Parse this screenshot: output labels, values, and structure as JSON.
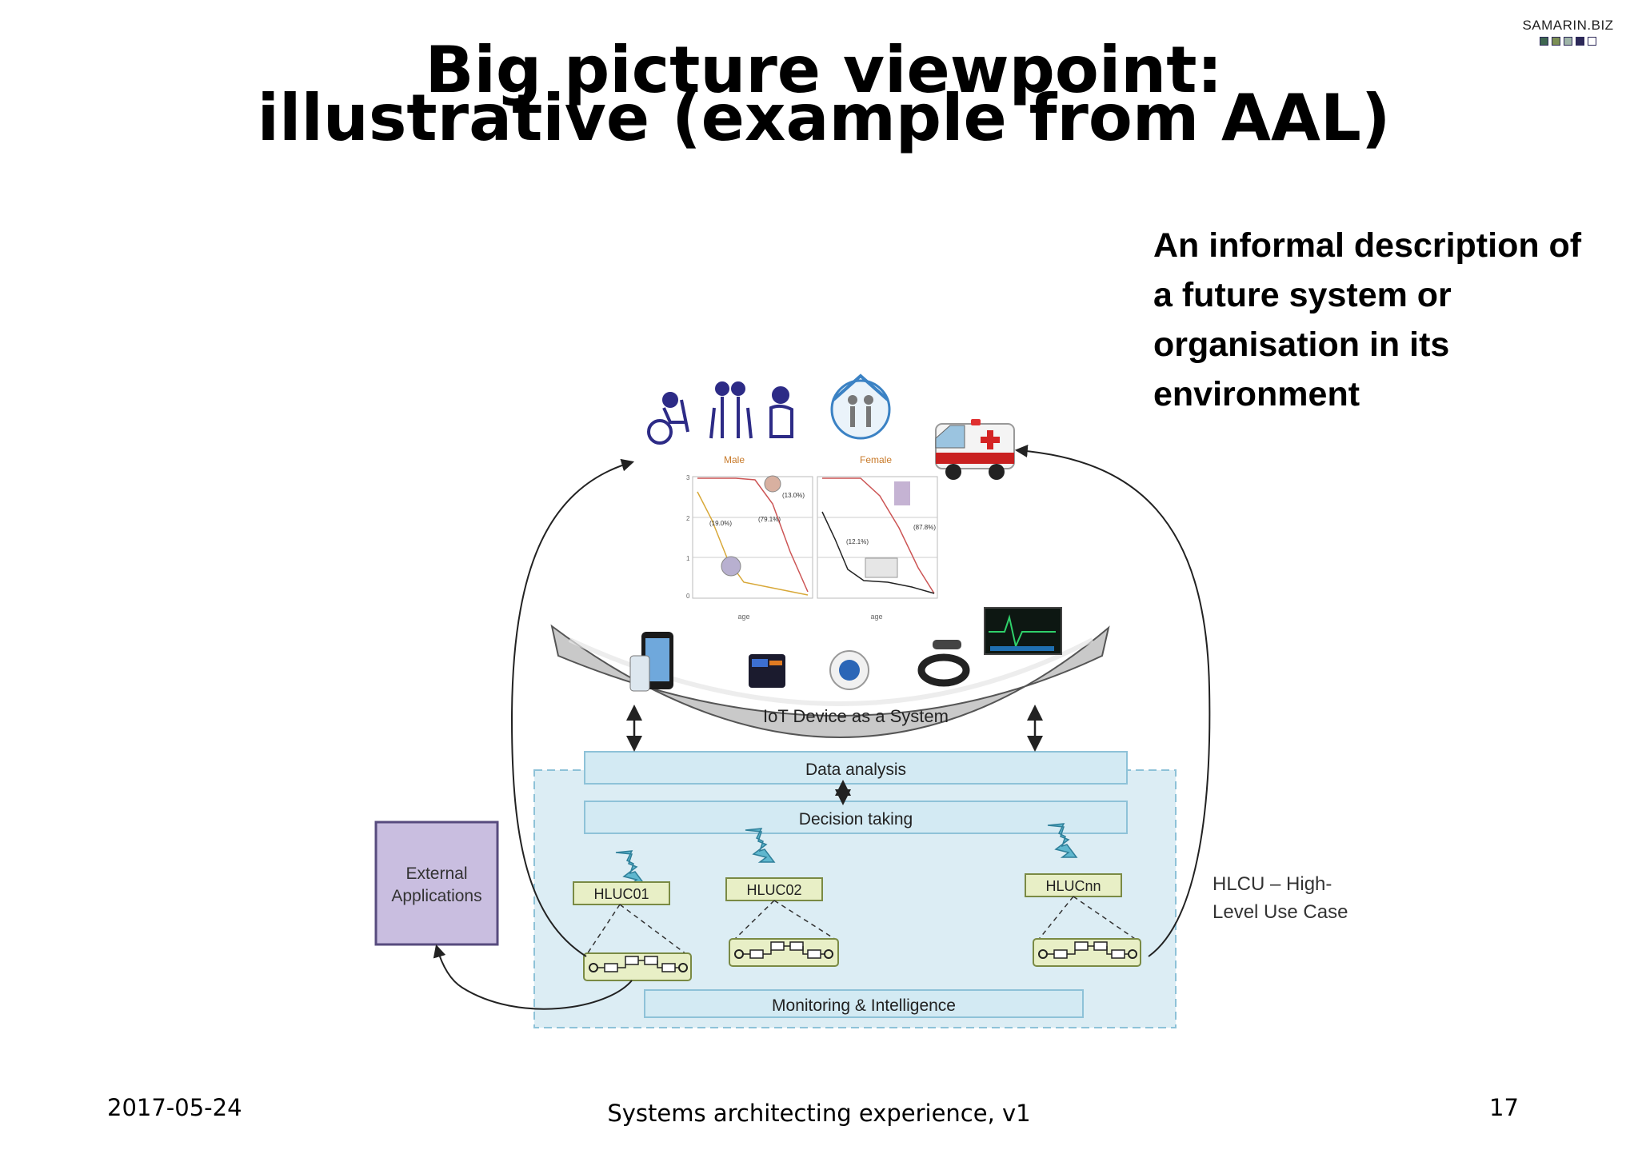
{
  "brand": {
    "text": "SAMARIN.BIZ",
    "squares": [
      "#3e6650",
      "#7c8f55",
      "#9fb5a8",
      "#2c2858",
      "#ffffff"
    ]
  },
  "title": {
    "line1": "Big picture viewpoint:",
    "line2": "illustrative (example from AAL)"
  },
  "description": {
    "lines": [
      "An informal description of",
      "a future system or",
      "organisation in its",
      "environment"
    ]
  },
  "diagram": {
    "chart_male": {
      "title": "Male",
      "labels": [
        "(13.0%)",
        "(19.0%)",
        "(79.1%)"
      ],
      "xlabel": "age",
      "yticks": [
        "3",
        "2",
        "1",
        "0"
      ]
    },
    "chart_female": {
      "title": "Female",
      "labels": [
        "(12.1%)",
        "(87.8%)"
      ],
      "xlabel": "age"
    },
    "iot_label": "IoT Device as a System",
    "data_analysis": "Data analysis",
    "decision_taking": "Decision taking",
    "external_apps": [
      "External",
      "Applications"
    ],
    "hluc": [
      "HLUC01",
      "HLUC02",
      "HLUCnn"
    ],
    "hlcu_note": [
      "HLCU – High-",
      "Level Use Case"
    ],
    "monitoring": "Monitoring & Intelligence"
  },
  "footer": {
    "date": "2017-05-24",
    "title": "Systems architecting experience, v1",
    "page": "17"
  },
  "colors": {
    "panel_fill": "#dcedf4",
    "panel_border": "#8ec2d8",
    "hluc_fill": "#e8efc6",
    "external_fill": "#c9bee0",
    "external_border": "#574b7e",
    "iot_band": "#c9c9c9"
  }
}
